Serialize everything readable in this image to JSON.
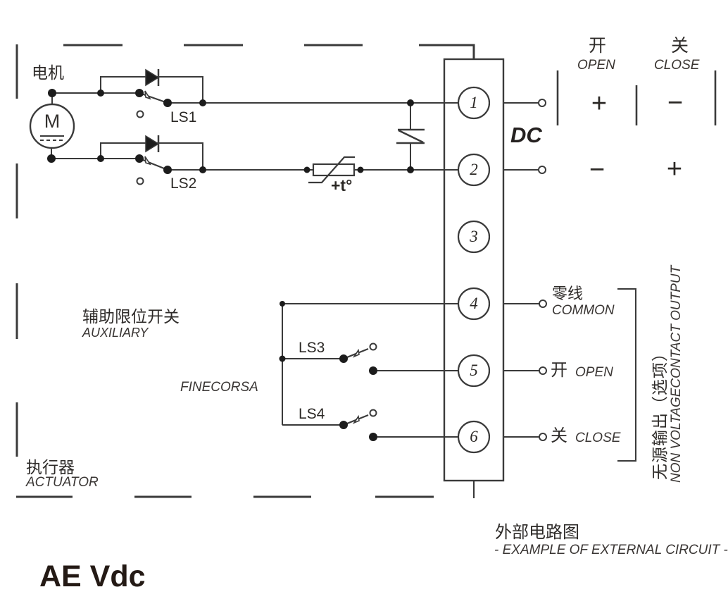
{
  "title": "AE Vdc",
  "motor": {
    "label_cn": "电机",
    "symbol": "M"
  },
  "switches": {
    "ls1": "LS1",
    "ls2": "LS2",
    "ls3": "LS3",
    "ls4": "LS4",
    "finecorsa": "FINECORSA"
  },
  "auxiliary": {
    "label_cn": "辅助限位开关",
    "label_en": "AUXILIARY"
  },
  "actuator": {
    "label_cn": "执行器",
    "label_en": "ACTUATOR"
  },
  "thermistor": {
    "label": "+t°"
  },
  "terminals": [
    "1",
    "2",
    "3",
    "4",
    "5",
    "6"
  ],
  "power": {
    "dc": "DC",
    "open_cn": "开",
    "open_en": "OPEN",
    "close_cn": "关",
    "close_en": "CLOSE",
    "row1_open": "+",
    "row1_close": "−",
    "row2_open": "−",
    "row2_close": "+"
  },
  "outputs": {
    "common_cn": "零线",
    "common_en": "COMMON",
    "open_cn": "开",
    "open_en": "OPEN",
    "close_cn": "关",
    "close_en": "CLOSE",
    "bracket_cn": "无源输出（选项）",
    "bracket_en": "NON VOLTAGECONTACT OUTPUT"
  },
  "footer": {
    "cn": "外部电路图",
    "en": "- EXAMPLE OF EXTERNAL CIRCUIT -"
  },
  "colors": {
    "wire": "#3a3a3a",
    "text": "#2e2b29",
    "title": "#241a15"
  }
}
